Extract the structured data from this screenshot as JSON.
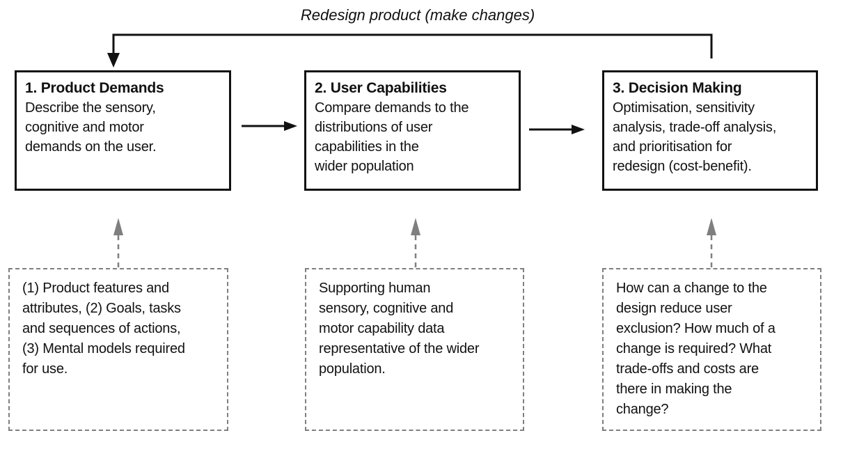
{
  "feedback_label": "Redesign product (make changes)",
  "stages": [
    {
      "title": "1. Product Demands",
      "description": "Describe the sensory,\ncognitive and motor\ndemands on the user."
    },
    {
      "title": "2. User Capabilities",
      "description": "Compare demands to the\ndistributions of user\ncapabilities in the\nwider population"
    },
    {
      "title": "3. Decision Making",
      "description": "Optimisation, sensitivity\nanalysis, trade-off analysis,\nand prioritisation for\nredesign (cost-benefit)."
    }
  ],
  "notes": [
    {
      "text": "(1) Product features and\nattributes, (2) Goals, tasks\nand sequences of actions,\n(3) Mental models required\nfor use."
    },
    {
      "text": "Supporting human\nsensory, cognitive and\nmotor capability data\nrepresentative of the wider\npopulation."
    },
    {
      "text": "How can a change to the\ndesign reduce user\nexclusion? How much of a\nchange is required? What\ntrade-offs and costs are\nthere in making the\nchange?"
    }
  ],
  "colors": {
    "line": "#111111",
    "dashed_gray": "#7f7f7f",
    "background": "#ffffff",
    "text": "#111111"
  }
}
